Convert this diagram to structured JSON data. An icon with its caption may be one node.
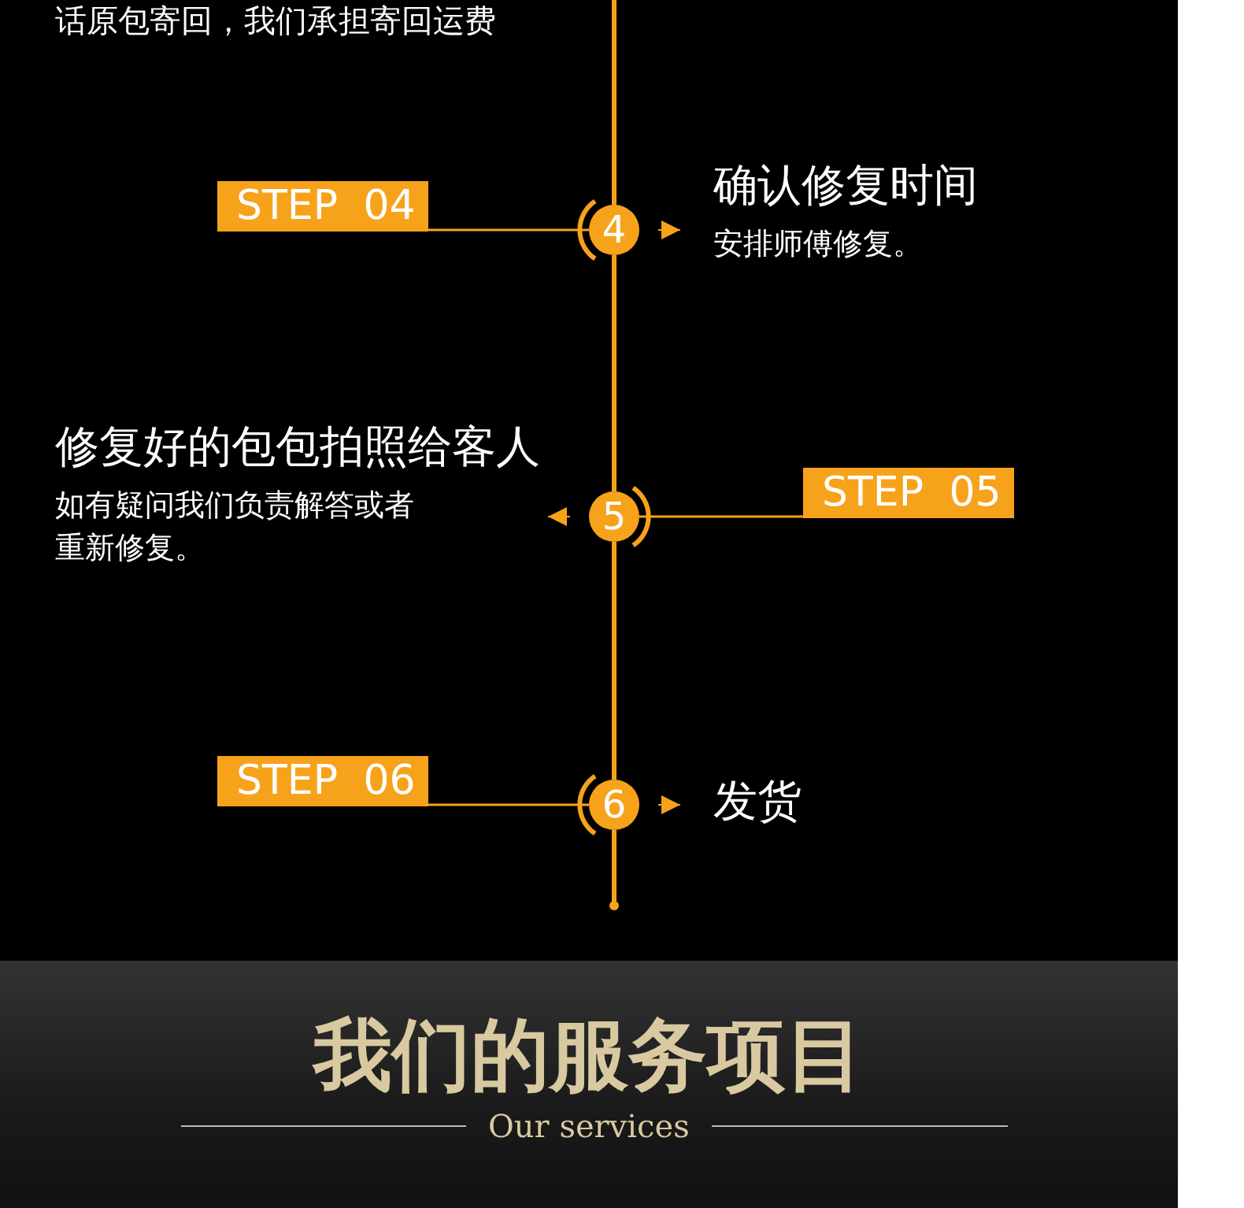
{
  "diagram": {
    "nodes": [
      {
        "text": [
          "STEP 04"
        ]
      },
      {
        "text": [
          "4"
        ]
      },
      {
        "text": [
          "确认修复时间",
          "安排师傅修复。"
        ]
      },
      {
        "text": [
          "修复好的包包拍照给客人",
          "如有疑问我们负责解答或者重新修复。"
        ]
      },
      {
        "text": [
          "5"
        ]
      },
      {
        "text": [
          "STEP 05"
        ]
      },
      {
        "text": [
          "STEP 06"
        ]
      },
      {
        "text": [
          "6"
        ]
      },
      {
        "text": [
          "发货"
        ]
      }
    ],
    "edges": [
      {
        "from": null,
        "to": 1,
        "arrow": "none",
        "style": "thick"
      },
      {
        "from": 0,
        "to": 1,
        "arrow": "none"
      },
      {
        "from": 1,
        "to": 2,
        "arrow": "to"
      },
      {
        "from": 1,
        "to": 4,
        "arrow": "none",
        "style": "thick"
      },
      {
        "from": 5,
        "to": 4,
        "arrow": "none"
      },
      {
        "from": 4,
        "to": 3,
        "arrow": "to"
      },
      {
        "from": 4,
        "to": 7,
        "arrow": "none",
        "style": "thick"
      },
      {
        "from": 6,
        "to": 7,
        "arrow": "none"
      },
      {
        "from": 7,
        "to": 8,
        "arrow": "to"
      },
      {
        "from": 7,
        "to": null,
        "arrow": "other",
        "style": "thick"
      }
    ],
    "labels": [
      "话原包寄回，我们承担寄回运费",
      "我们的服务项目",
      "Our services"
    ]
  }
}
